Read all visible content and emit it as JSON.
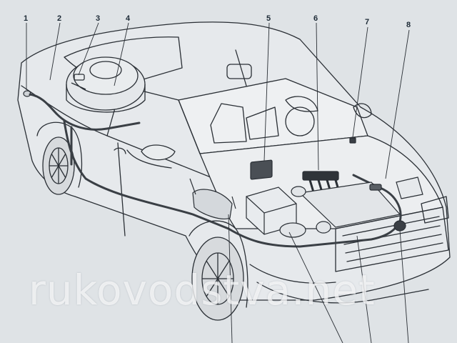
{
  "callouts": [
    {
      "label": "1"
    },
    {
      "label": "2"
    },
    {
      "label": "3"
    },
    {
      "label": "4"
    },
    {
      "label": "5"
    },
    {
      "label": "6"
    },
    {
      "label": "7"
    },
    {
      "label": "8"
    }
  ],
  "watermark": "rukovodstva.net",
  "colors": {
    "paper": "#dfe3e6",
    "ink": "#2a2f35",
    "pipe": "#3a3f45"
  }
}
